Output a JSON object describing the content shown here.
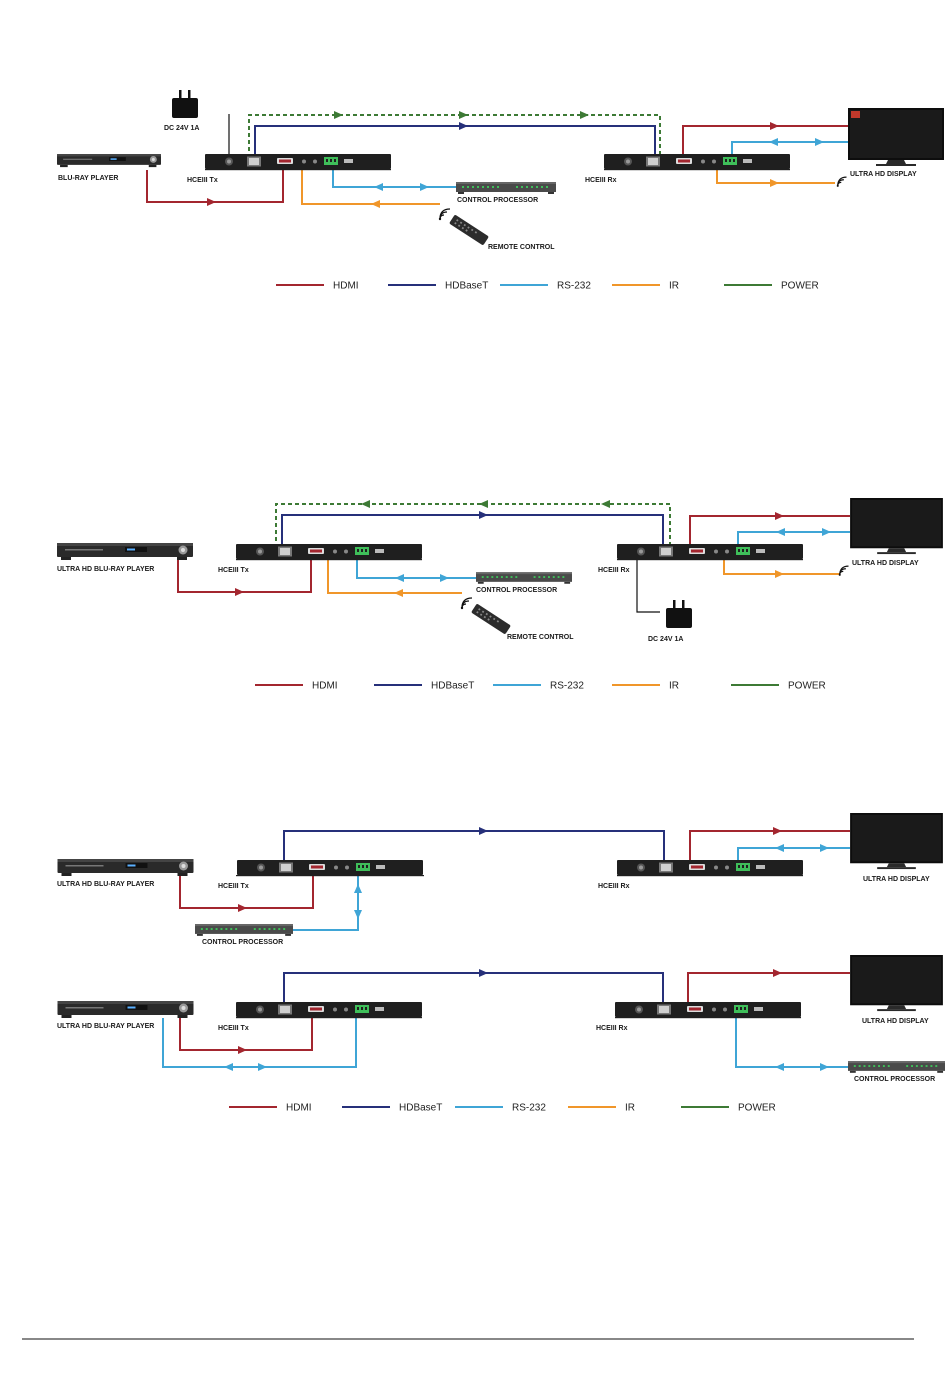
{
  "colors": {
    "hdmi": "#a3262f",
    "hdbaset": "#26307a",
    "rs232": "#3fa5d6",
    "ir": "#f0962a",
    "power": "#3d7a35",
    "device": "#1f1f1f",
    "terminal": "#3fbf5a"
  },
  "legend": [
    {
      "key": "hdmi",
      "label": "HDMI"
    },
    {
      "key": "hdbaset",
      "label": "HDBaseT"
    },
    {
      "key": "rs232",
      "label": "RS-232"
    },
    {
      "key": "ir",
      "label": "IR"
    },
    {
      "key": "power",
      "label": "POWER"
    }
  ],
  "diagram1": {
    "psu_label": "DC 24V 1A",
    "source_label": "BLU-RAY PLAYER",
    "tx_label": "HCEIII Tx",
    "rx_label": "HCEIII Rx",
    "control_label": "CONTROL PROCESSOR",
    "remote_label": "REMOTE CONTROL",
    "display_label": "ULTRA HD DISPLAY"
  },
  "diagram2": {
    "source_label": "ULTRA HD BLU-RAY PLAYER",
    "tx_label": "HCEIII Tx",
    "rx_label": "HCEIII Rx",
    "control_label": "CONTROL PROCESSOR",
    "remote_label": "REMOTE CONTROL",
    "psu_label": "DC 24V 1A",
    "display_label": "ULTRA HD DISPLAY"
  },
  "diagram3a": {
    "source_label": "ULTRA HD BLU-RAY PLAYER",
    "tx_label": "HCEIII Tx",
    "rx_label": "HCEIII Rx",
    "control_label": "CONTROL PROCESSOR",
    "display_label": "ULTRA HD DISPLAY"
  },
  "diagram3b": {
    "source_label": "ULTRA HD BLU-RAY PLAYER",
    "tx_label": "HCEIII Tx",
    "rx_label": "HCEIII Rx",
    "display_label": "ULTRA HD DISPLAY",
    "control_label": "CONTROL PROCESSOR"
  }
}
